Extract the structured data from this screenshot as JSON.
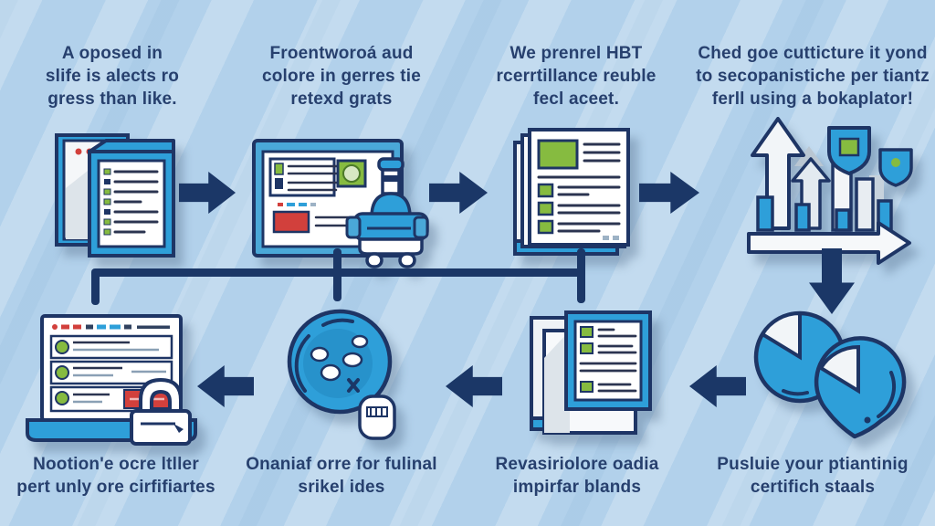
{
  "diagram": {
    "background_color": "#b2d1eb",
    "line_color": "#1b3767",
    "accent_blue": "#2e9fd9",
    "accent_green": "#86bb40",
    "accent_red": "#d2403c",
    "steps": [
      {
        "caption": [
          "A oposed in",
          "slife is alects ro",
          "gress than like."
        ],
        "icon": "documents-checklist-icon"
      },
      {
        "caption": [
          "Froentworoá aud",
          "colore in gerres tie",
          "retexd grats"
        ],
        "icon": "browser-microscope-icon"
      },
      {
        "caption": [
          "We prenrel HBT",
          "rcerrtillance reuble",
          "fecl aceet."
        ],
        "icon": "article-document-icon"
      },
      {
        "caption": [
          "Ched goe cutticture it yond",
          "to secopanistiche per tiantz",
          "ferll using a bokaplator!"
        ],
        "icon": "growth-chart-shield-icon"
      },
      {
        "caption": [
          "Pusluie your ptiantinig",
          "certifich staals"
        ],
        "icon": "pie-charts-icon"
      },
      {
        "caption": [
          "Revasiriolore oadia",
          "impirfar blands"
        ],
        "icon": "stacked-documents-icon"
      },
      {
        "caption": [
          "Onaniaf orre for fulinal",
          "srikel ides"
        ],
        "icon": "petri-dish-mouse-icon"
      },
      {
        "caption": [
          "Nootion'e ocre ltller",
          "pert unly ore cirfifiartes"
        ],
        "icon": "laptop-lock-icon"
      }
    ]
  }
}
